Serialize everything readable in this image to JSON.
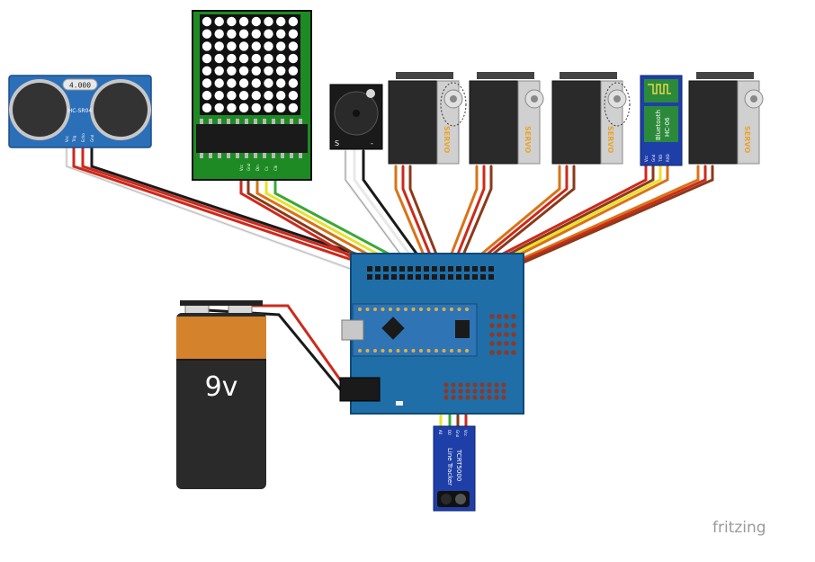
{
  "watermark": "fritzing",
  "ultrasonic": {
    "model": "HC-SR04",
    "display": "4.000",
    "pins": [
      "Vcc",
      "Trig",
      "Echo",
      "Gnd"
    ]
  },
  "battery": {
    "label": "9v"
  },
  "servos": [
    {
      "label": "SERVO"
    },
    {
      "label": "SERVO"
    },
    {
      "label": "SERVO"
    },
    {
      "label": "SERVO"
    }
  ],
  "bluetooth": {
    "line1": "Bluetooth",
    "line2": "HC-06",
    "pins": [
      "Vcc",
      "Gnd",
      "TXD",
      "RXD"
    ]
  },
  "buzzer": {
    "pin_s": "S",
    "pin_minus": "-"
  },
  "line_tracker": {
    "line1": "TCRT5000",
    "line2": "Line Tracker",
    "pins": [
      "A0",
      "D0",
      "Gnd",
      "Vcc"
    ]
  },
  "matrix": {
    "pins": [
      "Vcc",
      "Gnd",
      "Din",
      "Cs",
      "Clk"
    ]
  },
  "colors": {
    "pcb_blue": "#1f6ea8",
    "wire_red": "#cc2a1d",
    "wire_orange": "#d97316",
    "wire_yellow": "#e8e22a",
    "wire_green": "#39a935",
    "wire_black": "#1a1a1a",
    "wire_white": "#e8e8e8",
    "wire_brown": "#8b3a1a"
  }
}
